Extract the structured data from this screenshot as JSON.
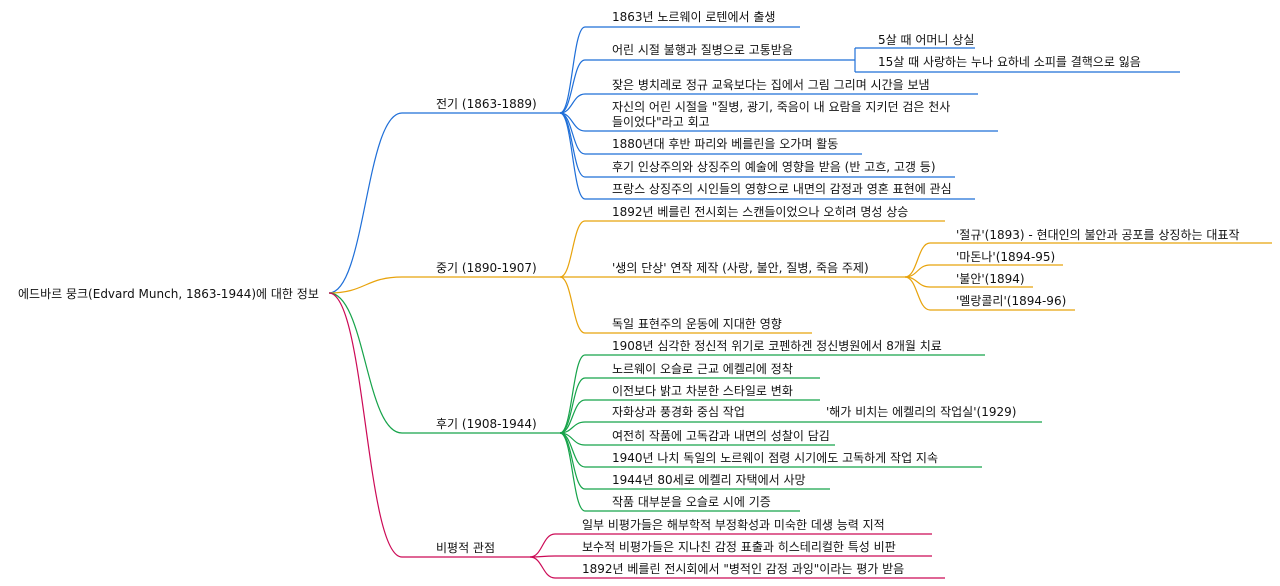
{
  "colors": {
    "branch1": "#1f6fd8",
    "branch2": "#e8a30c",
    "branch3": "#16a34a",
    "branch4": "#cc0a56",
    "text": "#111111",
    "background": "#ffffff"
  },
  "root": {
    "label": "에드바르 뭉크(Edvard Munch, 1863-1944)에 대한 정보"
  },
  "branches": [
    {
      "label": "전기 (1863-1889)",
      "children": [
        {
          "label": "1863년 노르웨이 로텐에서 출생"
        },
        {
          "label": "어린 시절 불행과 질병으로 고통받음",
          "children": [
            {
              "label": "5살 때 어머니 상실"
            },
            {
              "label": "15살 때 사랑하는 누나 요하네 소피를 결핵으로 잃음"
            }
          ]
        },
        {
          "label": "잦은 병치레로 정규 교육보다는 집에서 그림 그리며 시간을 보냄"
        },
        {
          "label": "자신의 어린 시절을 \"질병, 광기, 죽음이 내 요람을 지키던 검은 천사",
          "label2": "들이었다\"라고 회고"
        },
        {
          "label": "1880년대 후반 파리와 베를린을 오가며 활동"
        },
        {
          "label": "후기 인상주의와 상징주의 예술에 영향을 받음 (반 고흐, 고갱 등)"
        },
        {
          "label": "프랑스 상징주의 시인들의 영향으로 내면의 감정과 영혼 표현에 관심"
        }
      ]
    },
    {
      "label": "중기 (1890-1907)",
      "children": [
        {
          "label": "1892년 베를린 전시회는 스캔들이었으나 오히려 명성 상승"
        },
        {
          "label": "'생의 단상' 연작 제작 (사랑, 불안, 질병, 죽음 주제)",
          "children": [
            {
              "label": "'절규'(1893) - 현대인의 불안과 공포를 상징하는 대표작"
            },
            {
              "label": "'마돈나'(1894-95)"
            },
            {
              "label": "'불안'(1894)"
            },
            {
              "label": "'멜랑콜리'(1894-96)"
            }
          ]
        },
        {
          "label": "독일 표현주의 운동에 지대한 영향"
        }
      ]
    },
    {
      "label": "후기 (1908-1944)",
      "children": [
        {
          "label": "1908년 심각한 정신적 위기로 코펜하겐 정신병원에서 8개월 치료"
        },
        {
          "label": "노르웨이 오슬로 근교 에켈리에 정착"
        },
        {
          "label": "이전보다 밝고 차분한 스타일로 변화"
        },
        {
          "label": "자화상과 풍경화 중심 작업",
          "children": [
            {
              "label": "'해가 비치는 에켈리의 작업실'(1929)"
            }
          ]
        },
        {
          "label": "여전히 작품에 고독감과 내면의 성찰이 담김"
        },
        {
          "label": "1940년 나치 독일의 노르웨이 점령 시기에도 고독하게 작업 지속"
        },
        {
          "label": "1944년 80세로 에켈리 자택에서 사망"
        },
        {
          "label": "작품 대부분을 오슬로 시에 기증"
        }
      ]
    },
    {
      "label": "비평적 관점",
      "children": [
        {
          "label": "일부 비평가들은 해부학적 부정확성과 미숙한 데생 능력 지적"
        },
        {
          "label": "보수적 비평가들은 지나친 감정 표출과 히스테리컬한 특성 비판"
        },
        {
          "label": "1892년 베를린 전시회에서 \"병적인 감정 과잉\"이라는 평가 받음"
        }
      ]
    }
  ]
}
